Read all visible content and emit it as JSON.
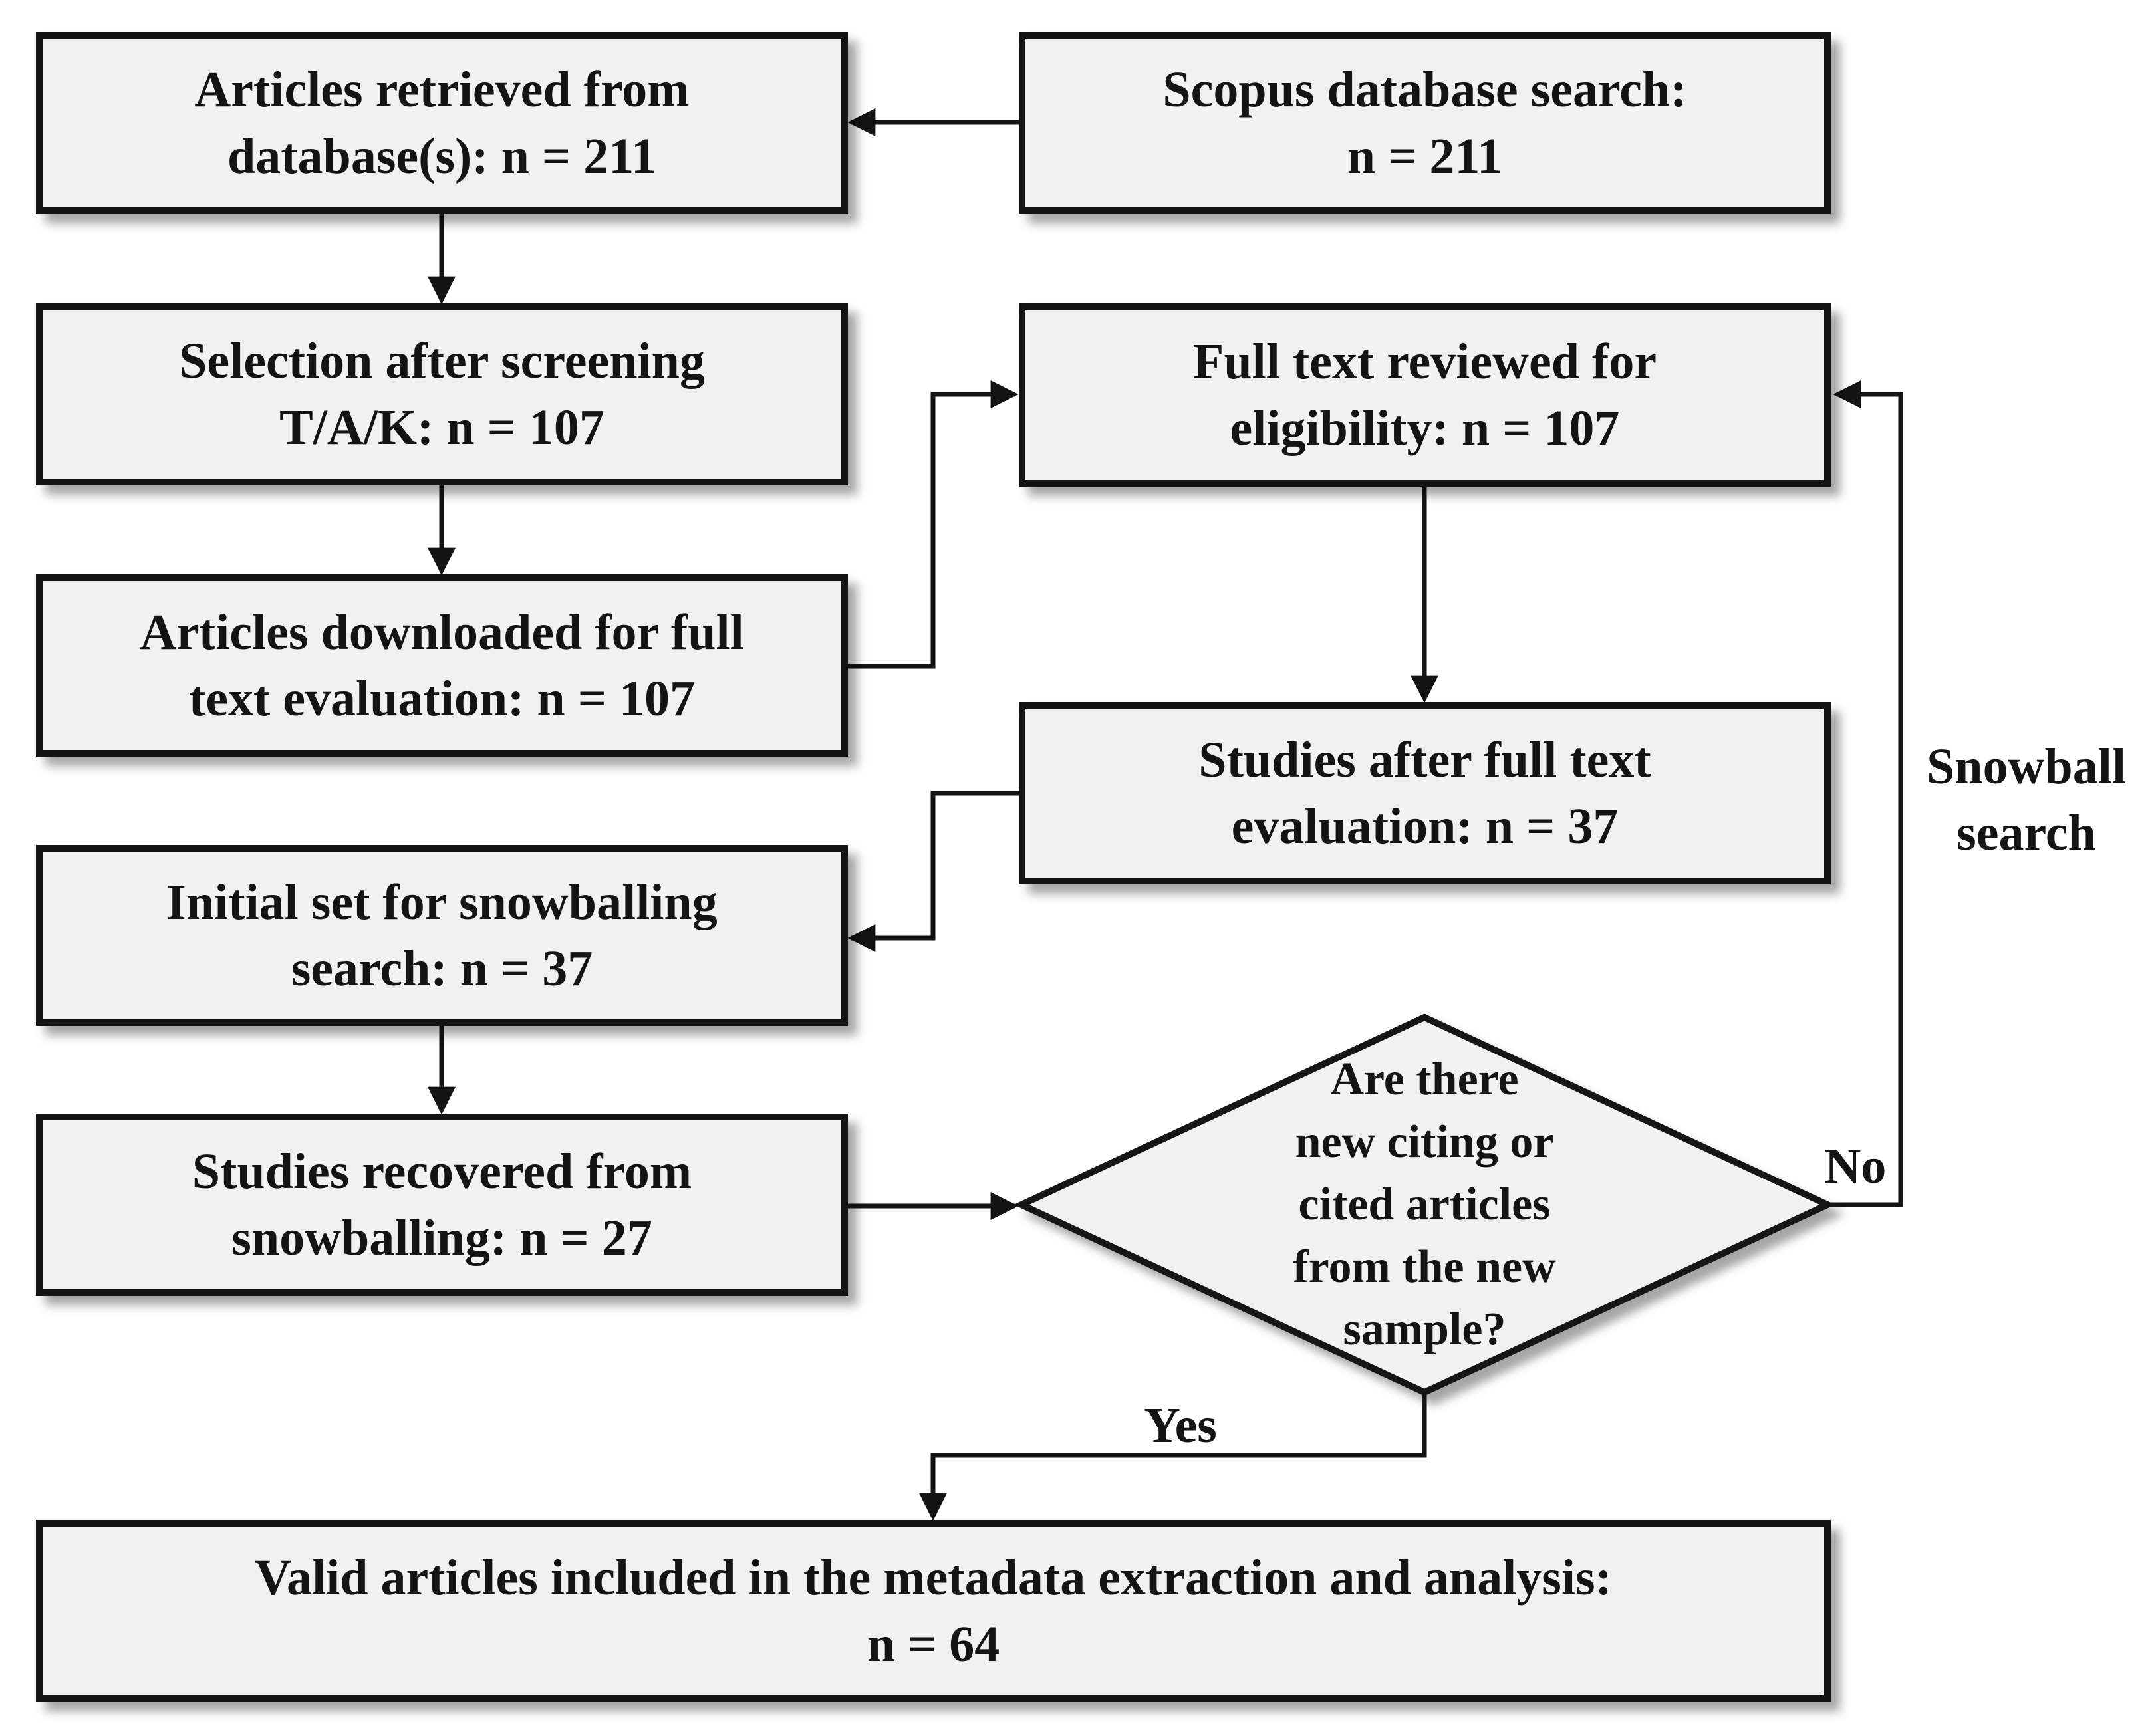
{
  "nodes": {
    "articles_retrieved": [
      "Articles retrieved from",
      "database(s): n = 211"
    ],
    "scopus_search": [
      "Scopus database search:",
      "n = 211"
    ],
    "selection_screening": [
      "Selection after screening",
      "T/A/K: n = 107"
    ],
    "full_text_reviewed": [
      "Full text reviewed for",
      "eligibility: n = 107"
    ],
    "articles_downloaded": [
      "Articles downloaded for full",
      "text evaluation: n = 107"
    ],
    "studies_after_eval": [
      "Studies after full text",
      "evaluation: n = 37"
    ],
    "initial_set": [
      "Initial set for snowballing",
      "search: n = 37"
    ],
    "studies_recovered": [
      "Studies recovered from",
      "snowballing: n = 27"
    ],
    "decision": [
      "Are there",
      "new citing or",
      "cited articles",
      "from the new",
      "sample?"
    ],
    "valid_articles": [
      "Valid articles included in the metadata extraction and analysis:",
      "n = 64"
    ]
  },
  "edge_labels": {
    "snowball_search": [
      "Snowball",
      "search"
    ],
    "no": "No",
    "yes": "Yes"
  },
  "colors": {
    "box_fill": "#f1f1f1",
    "stroke": "#141414",
    "shadow": "#7a7a7a"
  }
}
